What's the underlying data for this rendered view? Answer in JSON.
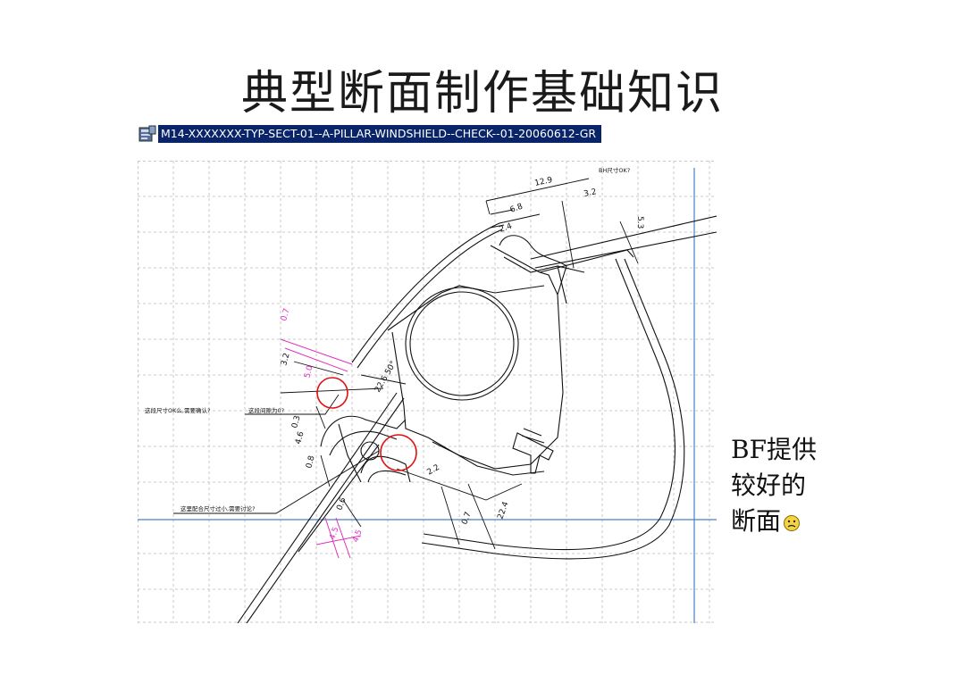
{
  "slide": {
    "title": "典型断面制作基础知识"
  },
  "file": {
    "name": "M14-XXXXXXX-TYP-SECT-01--A-PILLAR-WINDSHIELD--CHECK--01-20060612-GR",
    "icon": "cad-document-icon"
  },
  "drawing": {
    "dimensions": [
      "12.9",
      "3.2",
      "6.8",
      "2.4",
      "5.3",
      "0.7",
      "3.2",
      "5.0",
      "22.6 50°",
      "0.3",
      "4.6",
      "0.8",
      "2.2",
      "0.6",
      "0.7",
      "22.4",
      "4.5",
      "4.5"
    ],
    "notes": {
      "top_right": "BH尺寸OK?",
      "left_1": "这段尺寸OK么,需要确认?",
      "left_2": "这段间隙为0?",
      "bottom_left": "这里配合尺寸过小,需要讨论?"
    },
    "colors": {
      "lines": "#111111",
      "grid": "#c8c8c8",
      "highlight_circle": "#e01010",
      "magenta_dim": "#e030c0",
      "blue_axis": "#4a7fc8"
    }
  },
  "caption": {
    "line1": "BF提供",
    "line2": "较好的",
    "line3": "断面",
    "emoji": "sad-face-icon"
  }
}
